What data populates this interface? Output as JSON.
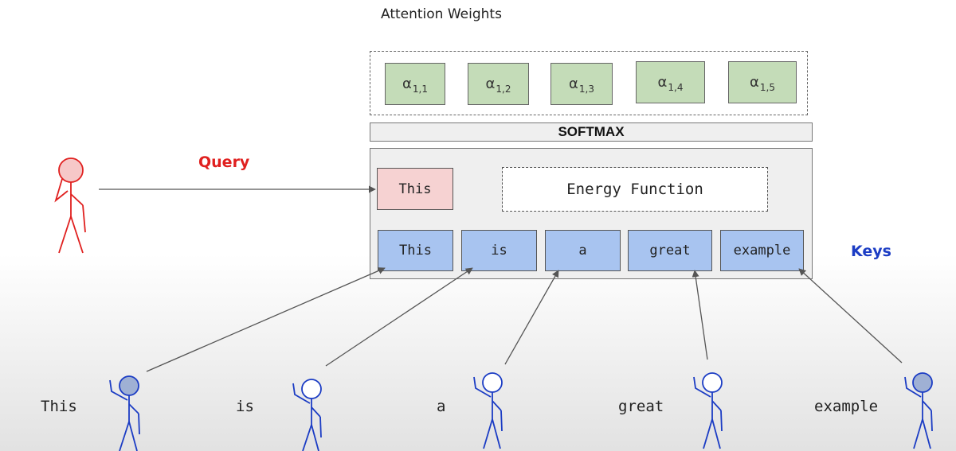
{
  "title": "Attention Weights",
  "weights": [
    {
      "symbol": "α",
      "sub": "1,1"
    },
    {
      "symbol": "α",
      "sub": "1,2"
    },
    {
      "symbol": "α",
      "sub": "1,3"
    },
    {
      "symbol": "α",
      "sub": "1,4"
    },
    {
      "symbol": "α",
      "sub": "1,5"
    }
  ],
  "softmax_label": "SOFTMAX",
  "query": {
    "label": "Query",
    "box_text": "This",
    "color": "#e0201f"
  },
  "energy_function_label": "Energy Function",
  "keys": {
    "label": "Keys",
    "color": "#1b3cc4",
    "items": [
      "This",
      "is",
      "a",
      "great",
      "example"
    ]
  },
  "words": [
    "This",
    "is",
    "a",
    "great",
    "example"
  ],
  "colors": {
    "weight_fill": "#c4dcb8",
    "query_fill": "#f6d2d2",
    "key_fill": "#a8c4f0",
    "person_query": "#e0201f",
    "person_key": "#1b3cc4"
  },
  "icons": {
    "query_person": "stick-figure-icon",
    "key_person": "stick-figure-icon"
  }
}
